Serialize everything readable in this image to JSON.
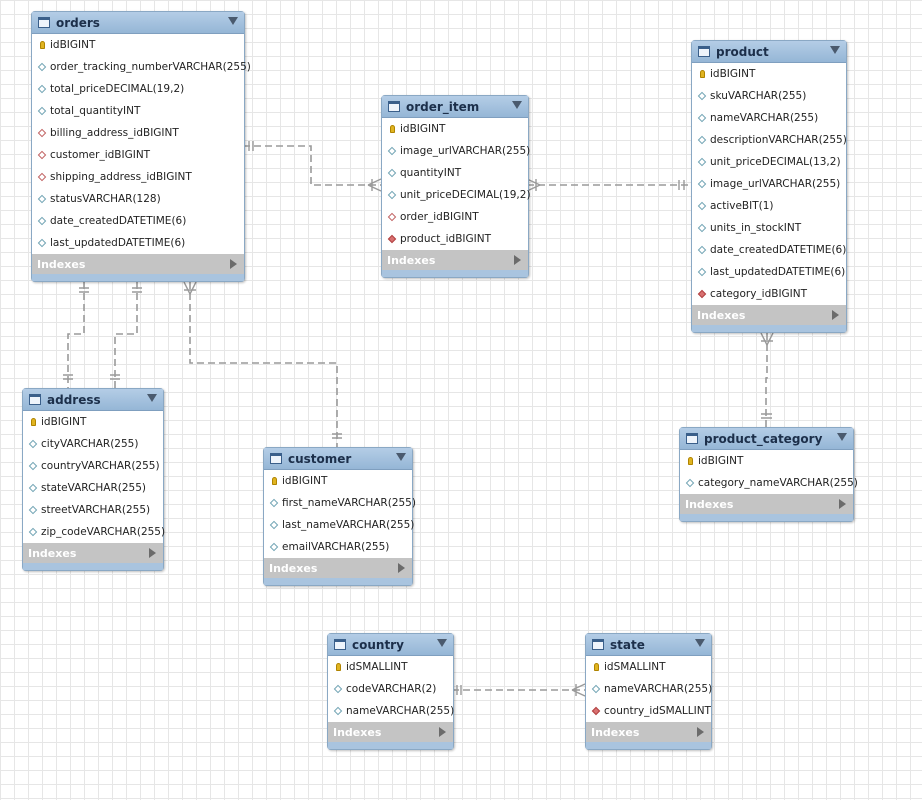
{
  "labels": {
    "indexes": "Indexes"
  },
  "tables": [
    {
      "id": "orders",
      "name": "orders",
      "columns": [
        {
          "name": "id",
          "type": "BIGINT",
          "icon": "primary-key-icon"
        },
        {
          "name": "order_tracking_number",
          "type": "VARCHAR(255)",
          "icon": "column-icon"
        },
        {
          "name": "total_price",
          "type": "DECIMAL(19,2)",
          "icon": "column-icon"
        },
        {
          "name": "total_quantity",
          "type": "INT",
          "icon": "column-icon"
        },
        {
          "name": "billing_address_id",
          "type": "BIGINT",
          "icon": "foreign-key-icon"
        },
        {
          "name": "customer_id",
          "type": "BIGINT",
          "icon": "foreign-key-icon"
        },
        {
          "name": "shipping_address_id",
          "type": "BIGINT",
          "icon": "foreign-key-icon"
        },
        {
          "name": "status",
          "type": "VARCHAR(128)",
          "icon": "column-icon"
        },
        {
          "name": "date_created",
          "type": "DATETIME(6)",
          "icon": "column-icon"
        },
        {
          "name": "last_updated",
          "type": "DATETIME(6)",
          "icon": "column-icon"
        }
      ]
    },
    {
      "id": "order_item",
      "name": "order_item",
      "columns": [
        {
          "name": "id",
          "type": "BIGINT",
          "icon": "primary-key-icon"
        },
        {
          "name": "image_url",
          "type": "VARCHAR(255)",
          "icon": "column-icon"
        },
        {
          "name": "quantity",
          "type": "INT",
          "icon": "column-icon"
        },
        {
          "name": "unit_price",
          "type": "DECIMAL(19,2)",
          "icon": "column-icon"
        },
        {
          "name": "order_id",
          "type": "BIGINT",
          "icon": "foreign-key-icon"
        },
        {
          "name": "product_id",
          "type": "BIGINT",
          "icon": "foreign-key-filled-icon"
        }
      ]
    },
    {
      "id": "product",
      "name": "product",
      "columns": [
        {
          "name": "id",
          "type": "BIGINT",
          "icon": "primary-key-icon"
        },
        {
          "name": "sku",
          "type": "VARCHAR(255)",
          "icon": "column-icon"
        },
        {
          "name": "name",
          "type": "VARCHAR(255)",
          "icon": "column-icon"
        },
        {
          "name": "description",
          "type": "VARCHAR(255)",
          "icon": "column-icon"
        },
        {
          "name": "unit_price",
          "type": "DECIMAL(13,2)",
          "icon": "column-icon"
        },
        {
          "name": "image_url",
          "type": "VARCHAR(255)",
          "icon": "column-icon"
        },
        {
          "name": "active",
          "type": "BIT(1)",
          "icon": "column-icon"
        },
        {
          "name": "units_in_stock",
          "type": "INT",
          "icon": "column-icon"
        },
        {
          "name": "date_created",
          "type": "DATETIME(6)",
          "icon": "column-icon"
        },
        {
          "name": "last_updated",
          "type": "DATETIME(6)",
          "icon": "column-icon"
        },
        {
          "name": "category_id",
          "type": "BIGINT",
          "icon": "foreign-key-filled-icon"
        }
      ]
    },
    {
      "id": "address",
      "name": "address",
      "columns": [
        {
          "name": "id",
          "type": "BIGINT",
          "icon": "primary-key-icon"
        },
        {
          "name": "city",
          "type": "VARCHAR(255)",
          "icon": "column-icon"
        },
        {
          "name": "country",
          "type": "VARCHAR(255)",
          "icon": "column-icon"
        },
        {
          "name": "state",
          "type": "VARCHAR(255)",
          "icon": "column-icon"
        },
        {
          "name": "street",
          "type": "VARCHAR(255)",
          "icon": "column-icon"
        },
        {
          "name": "zip_code",
          "type": "VARCHAR(255)",
          "icon": "column-icon"
        }
      ]
    },
    {
      "id": "customer",
      "name": "customer",
      "columns": [
        {
          "name": "id",
          "type": "BIGINT",
          "icon": "primary-key-icon"
        },
        {
          "name": "first_name",
          "type": "VARCHAR(255)",
          "icon": "column-icon"
        },
        {
          "name": "last_name",
          "type": "VARCHAR(255)",
          "icon": "column-icon"
        },
        {
          "name": "email",
          "type": "VARCHAR(255)",
          "icon": "column-icon"
        }
      ]
    },
    {
      "id": "product_category",
      "name": "product_category",
      "columns": [
        {
          "name": "id",
          "type": "BIGINT",
          "icon": "primary-key-icon"
        },
        {
          "name": "category_name",
          "type": "VARCHAR(255)",
          "icon": "column-icon"
        }
      ]
    },
    {
      "id": "country",
      "name": "country",
      "columns": [
        {
          "name": "id",
          "type": "SMALLINT",
          "icon": "primary-key-icon"
        },
        {
          "name": "code",
          "type": "VARCHAR(2)",
          "icon": "column-icon"
        },
        {
          "name": "name",
          "type": "VARCHAR(255)",
          "icon": "column-icon"
        }
      ]
    },
    {
      "id": "state",
      "name": "state",
      "columns": [
        {
          "name": "id",
          "type": "SMALLINT",
          "icon": "primary-key-icon"
        },
        {
          "name": "name",
          "type": "VARCHAR(255)",
          "icon": "column-icon"
        },
        {
          "name": "country_id",
          "type": "SMALLINT",
          "icon": "foreign-key-filled-icon"
        }
      ]
    }
  ],
  "relationships": [
    {
      "from": "orders",
      "to": "order_item",
      "cardinality": "one-to-many"
    },
    {
      "from": "product",
      "to": "order_item",
      "cardinality": "one-to-many"
    },
    {
      "from": "product_category",
      "to": "product",
      "cardinality": "one-to-many"
    },
    {
      "from": "address",
      "to": "orders",
      "cardinality": "one-to-one",
      "via": "billing_address_id"
    },
    {
      "from": "address",
      "to": "orders",
      "cardinality": "one-to-one",
      "via": "shipping_address_id"
    },
    {
      "from": "customer",
      "to": "orders",
      "cardinality": "one-to-many"
    },
    {
      "from": "country",
      "to": "state",
      "cardinality": "one-to-many"
    }
  ],
  "colors": {
    "header": "#a3c1df",
    "footer": "#c4c4c4",
    "footer_strip": "#a9c4df",
    "connector": "#9a9a9a",
    "grid": "#e6e6e6"
  }
}
